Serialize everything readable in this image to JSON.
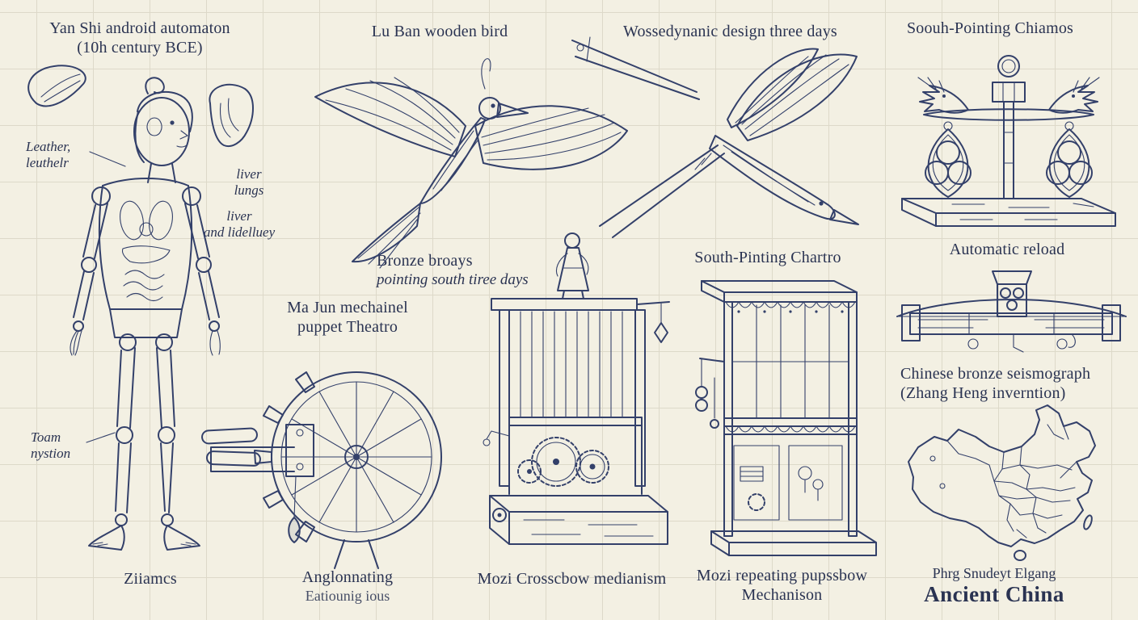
{
  "canvas": {
    "paper_color": "#f3f0e3",
    "grid_color": "#ddd9c9",
    "ink_color": "#33406a"
  },
  "sections": {
    "automaton": {
      "title_line1": "Yan Shi android automaton",
      "title_line2": "(10h century BCE)",
      "label_leather_line1": "Leather,",
      "label_leather_line2": "leuthelr",
      "label_lungs_line1": "liver",
      "label_lungs_line2": "lungs",
      "label_kidney_line1": "liver",
      "label_kidney_line2": "and lidelluey",
      "label_foam_line1": "Toam",
      "label_foam_line2": "nystion",
      "caption": "Ziiamcs"
    },
    "luban_bird": {
      "title": "Lu Ban wooden bird",
      "note_line1": "Bronze broays",
      "note_line2": "pointing south tiree days"
    },
    "aero_bird": {
      "title": "Wossedynanic design three days"
    },
    "puppet_theater": {
      "title_line1": "Ma Jun mechainel",
      "title_line2": "puppet Theatro",
      "caption_line1": "Anglonnating",
      "caption_line2": "Eatiounig ious"
    },
    "crossbow_loom": {
      "caption": "Mozi Crosscbow medianism"
    },
    "repeating_crossbow": {
      "title": "South-Pinting Chartro",
      "caption_line1": "Mozi repeating pupssbow",
      "caption_line2": "Mechanison"
    },
    "dragon_scale": {
      "title": "Soouh-Pointing Chiamos"
    },
    "auto_reload": {
      "title": "Automatic reload"
    },
    "seismograph": {
      "title_line1": "Chinese bronze seismograph",
      "title_line2": "(Zhang Heng inverntion)"
    },
    "china_map": {
      "caption_line1": "Phrg Snudeyt Elgang",
      "caption_line2": "Ancient China"
    }
  }
}
